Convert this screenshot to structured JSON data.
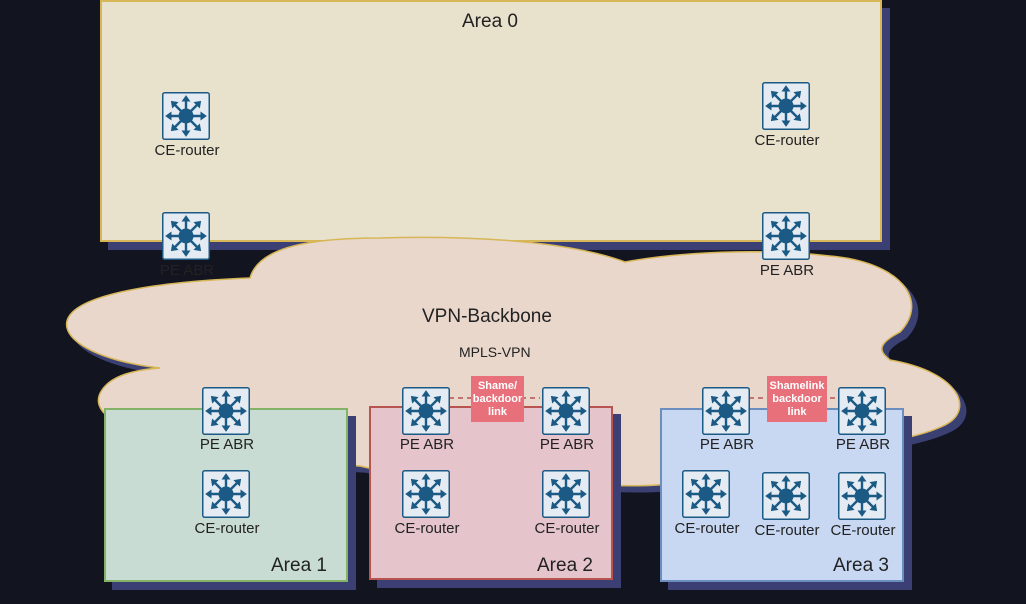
{
  "colors": {
    "background": "#121420",
    "area0_fill": "#e8e1cc",
    "area0_border": "#d6b656",
    "area1_fill": "#c9dcd4",
    "area1_border": "#82b366",
    "area2_fill": "#e5c5cb",
    "area2_border": "#b85450",
    "area3_fill": "#c8d8f2",
    "area3_border": "#6c8ebf",
    "cloud_fill": "#ead7cc",
    "cloud_border": "#d6b656",
    "router_fill": "#1a5a85",
    "router_bg": "#e4ebf2",
    "shamelink_fill": "#e8707a",
    "shadow": "#3b3f73"
  },
  "areas": {
    "area0": {
      "label": "Area 0"
    },
    "area1": {
      "label": "Area 1"
    },
    "area2": {
      "label": "Area 2"
    },
    "area3": {
      "label": "Area 3"
    }
  },
  "backbone": {
    "title": "VPN-Backbone",
    "subtitle": "MPLS-VPN"
  },
  "routers": {
    "a0_ce_left": {
      "label": "CE-router"
    },
    "a0_ce_right": {
      "label": "CE-router"
    },
    "a0_pe_left": {
      "label": "PE ABR"
    },
    "a0_pe_right": {
      "label": "PE ABR"
    },
    "a1_pe": {
      "label": "PE ABR"
    },
    "a1_ce": {
      "label": "CE-router"
    },
    "a2_pe_left": {
      "label": "PE ABR"
    },
    "a2_pe_right": {
      "label": "PE ABR"
    },
    "a2_ce_left": {
      "label": "CE-router"
    },
    "a2_ce_right": {
      "label": "CE-router"
    },
    "a3_pe_left": {
      "label": "PE ABR"
    },
    "a3_pe_right": {
      "label": "PE ABR"
    },
    "a3_ce_left": {
      "label": "CE-router"
    },
    "a3_ce_mid": {
      "label": "CE-router"
    },
    "a3_ce_right": {
      "label": "CE-router"
    }
  },
  "links": {
    "area2_shame": {
      "line1": "Shame/",
      "line2": "backdoor",
      "line3": "link"
    },
    "area3_shame": {
      "line1": "Shamelink",
      "line2": "backdoor",
      "line3": "link"
    }
  }
}
